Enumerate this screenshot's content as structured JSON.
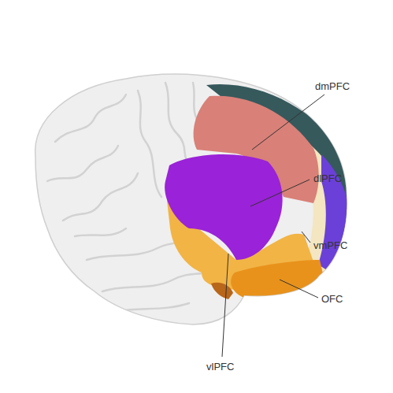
{
  "diagram": {
    "labels": [
      "dmPFC",
      "dlPFC",
      "vmPFC",
      "OFC",
      "vlPFC"
    ]
  }
}
